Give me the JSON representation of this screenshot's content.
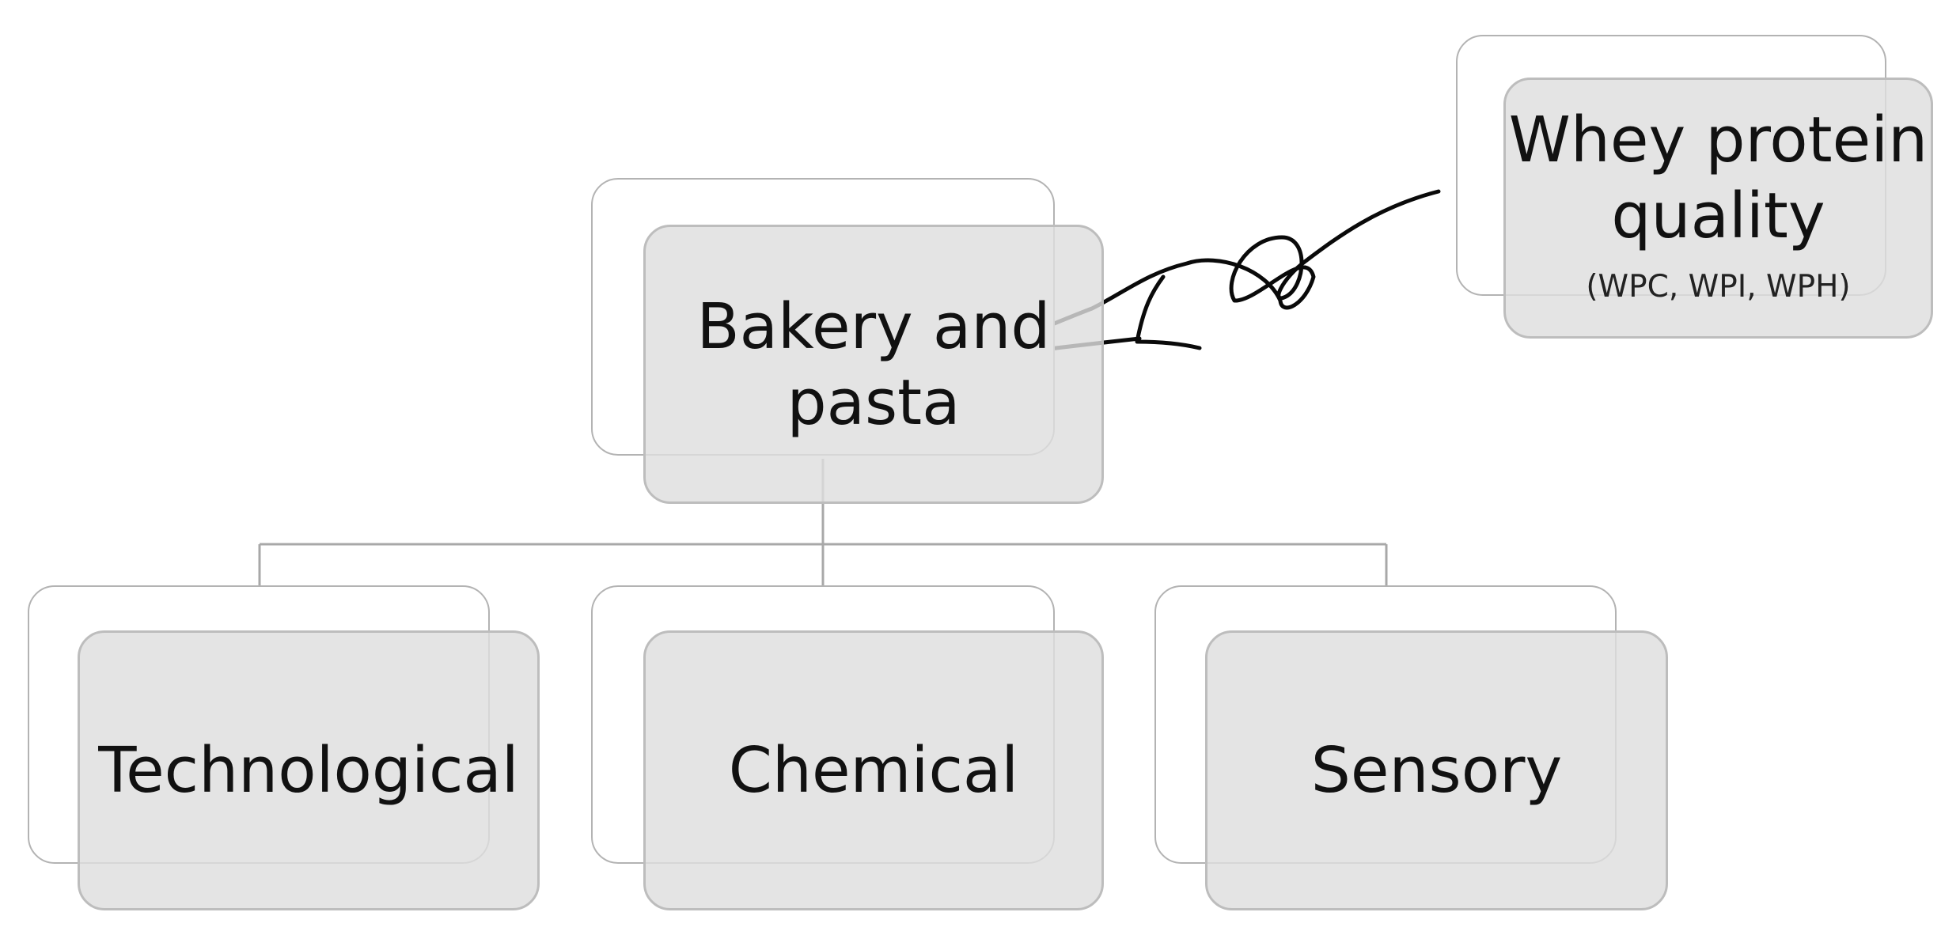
{
  "diagram": {
    "root": {
      "line1": "Bakery and",
      "line2": "pasta"
    },
    "source": {
      "line1": "Whey protein",
      "line2": "quality",
      "sub": "(WPC, WPI, WPH)"
    },
    "children": [
      {
        "label": "Technological"
      },
      {
        "label": "Chemical"
      },
      {
        "label": "Sensory"
      }
    ]
  }
}
